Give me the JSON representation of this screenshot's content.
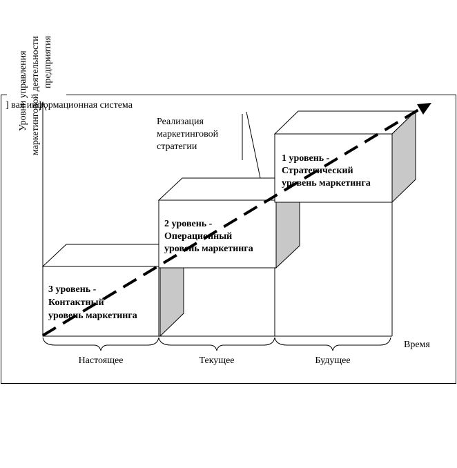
{
  "system_label": "]           вая информационная система",
  "strategy_label": [
    "Реализация",
    "маркетинговой",
    "стратегии"
  ],
  "y_axis_label": [
    "Уровни управления",
    "маркетинговой деятельности",
    "предприятия"
  ],
  "x_axis_label": "Время",
  "periods": [
    "Настоящее",
    "Текущее",
    "Будущее"
  ],
  "levels": [
    {
      "lines": [
        "3 уровень -",
        "Контактный",
        "уровень маркетинга"
      ]
    },
    {
      "lines": [
        "2 уровень -",
        "Операционный",
        "уровень маркетинга"
      ]
    },
    {
      "lines": [
        "1 уровень -",
        "Стратегический",
        "уровень маркетинга"
      ]
    }
  ],
  "colors": {
    "stroke": "#000000",
    "shade": "#c8c8c8",
    "background": "#ffffff"
  }
}
